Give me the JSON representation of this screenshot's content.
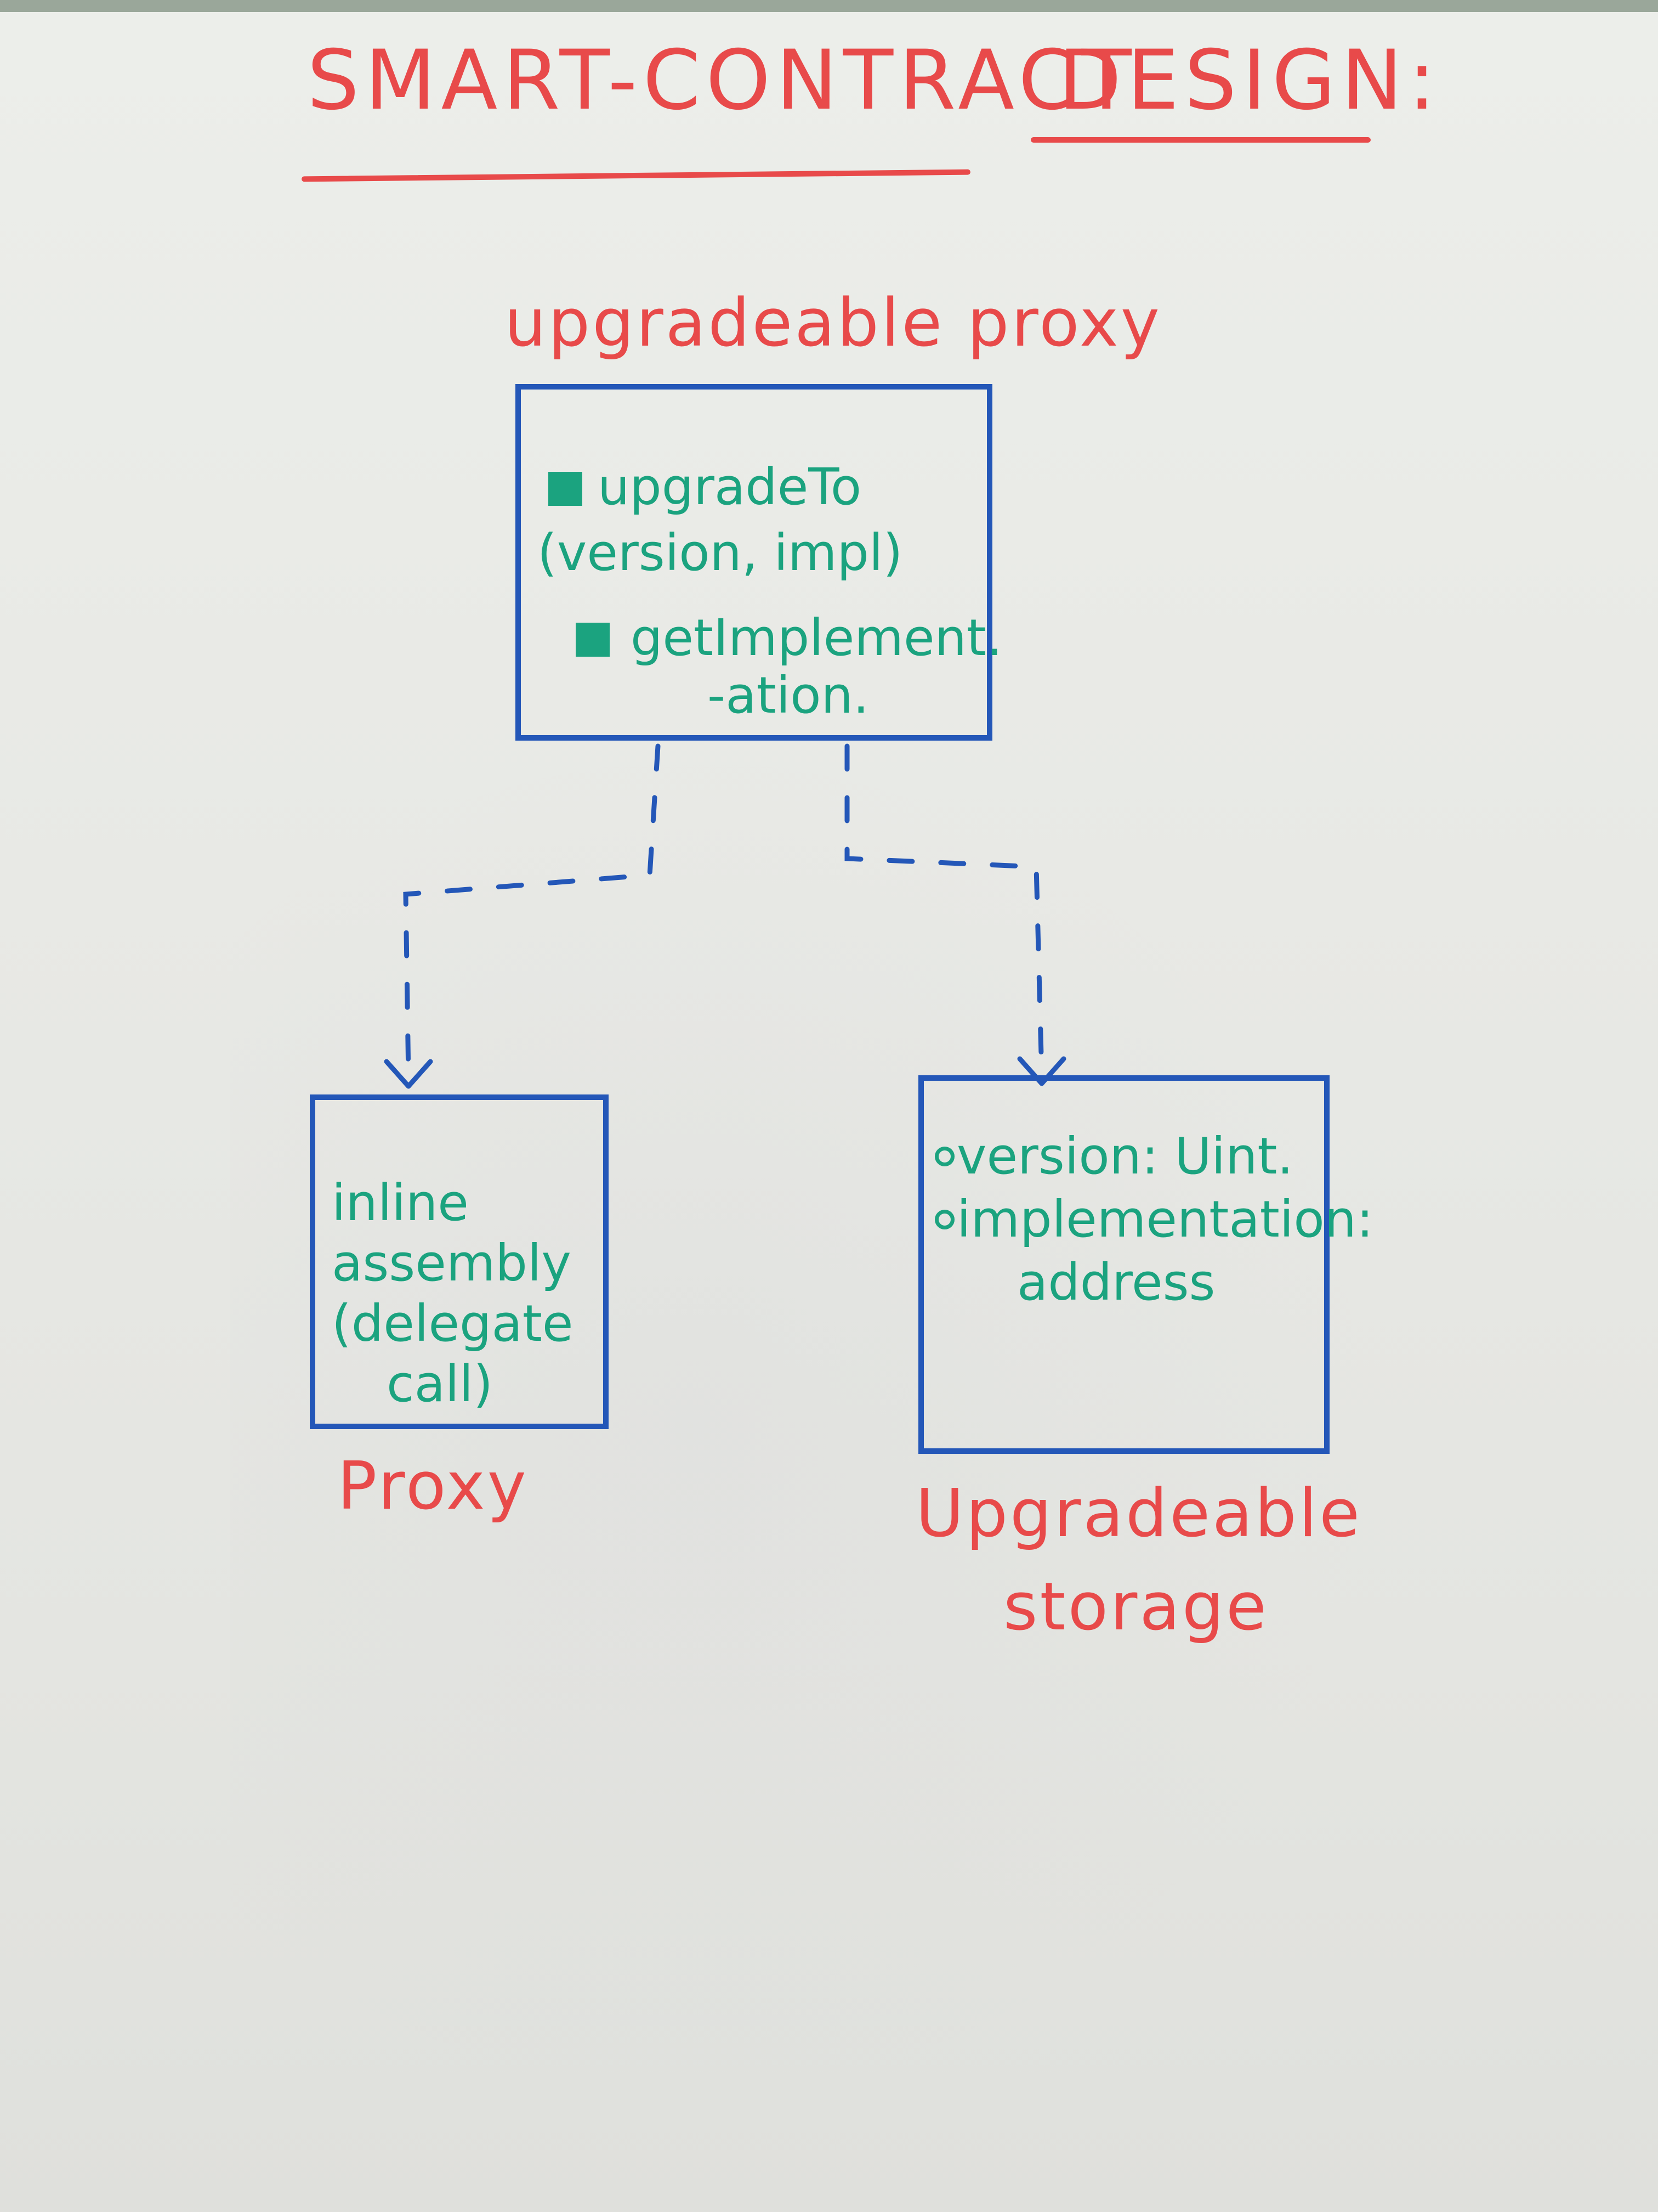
{
  "title": {
    "part1": "SMART-CONTRACT",
    "part2": "DESIGN:"
  },
  "nodes": {
    "upgradeable_proxy": {
      "label": "upgradeable proxy",
      "items": [
        "upgradeTo",
        "(version, impl)",
        "getImplement.",
        "-ation."
      ]
    },
    "proxy": {
      "label": "Proxy",
      "items": [
        "inline",
        "assembly",
        "(delegate",
        "call)"
      ]
    },
    "upgradeable_storage": {
      "label_line1": "Upgradeable",
      "label_line2": "storage",
      "items": [
        "version: Uint.",
        "implementation:",
        "address"
      ]
    }
  },
  "colors": {
    "title_ink": "#e84a4a",
    "box_ink": "#2457b8",
    "text_ink": "#1ba37f"
  },
  "edges": [
    {
      "from": "upgradeable_proxy",
      "to": "proxy",
      "style": "dashed-arrow"
    },
    {
      "from": "upgradeable_proxy",
      "to": "upgradeable_storage",
      "style": "dashed-arrow"
    }
  ]
}
